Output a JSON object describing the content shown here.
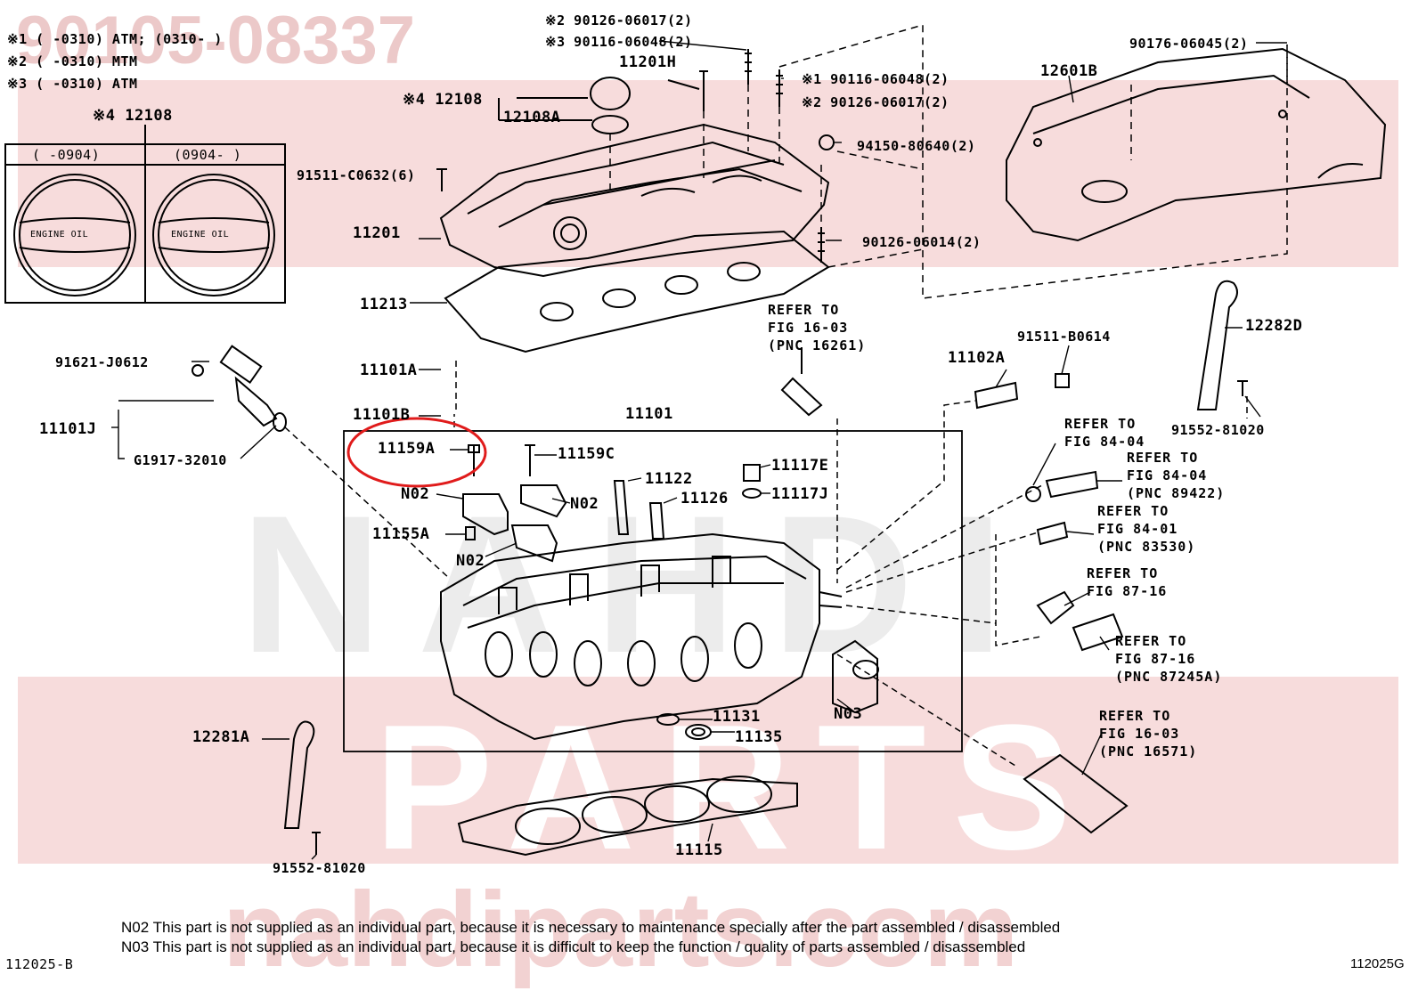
{
  "watermark": {
    "part_number": "90105-08337",
    "brand_word": "NAHDI",
    "parts_word": "PARTS",
    "site": "nahdiparts.com"
  },
  "notes": {
    "n1": "※1 (      -0310) ATM; (0310-      )",
    "n2": "※2 (      -0310) MTM",
    "n3": "※3 (      -0310) ATM"
  },
  "cap_inset": {
    "title": "※4 12108",
    "left_header": "(      -0904)",
    "right_header": "(0904-      )",
    "cap_text": "ENGINE OIL"
  },
  "parts": {
    "p_90126_06017_top": "※2  90126-06017(2)",
    "p_90116_06048_top": "※3  90116-06048(2)",
    "p_11201H": "11201H",
    "p_12108_star": "※4 12108",
    "p_12108A": "12108A",
    "p_90116_06048_r": "※1  90116-06048(2)",
    "p_90126_06017_r": "※2  90126-06017(2)",
    "p_94150": "94150-80640(2)",
    "p_91511_C0632": "91511-C0632(6)",
    "p_11201": "11201",
    "p_90126_06014": "90126-06014(2)",
    "p_11213": "11213",
    "p_90176": "90176-06045(2)",
    "p_12601B": "12601B",
    "p_11101A": "11101A",
    "p_11101B": "11101B",
    "p_11101": "11101",
    "p_91621": "91621-J0612",
    "p_11101J": "11101J",
    "p_G1917": "G1917-32010",
    "p_11159A": "11159A",
    "p_11159C": "11159C",
    "p_N02_a": "N02",
    "p_N02_b": "N02",
    "p_N02_c": "N02",
    "p_11122": "11122",
    "p_11126": "11126",
    "p_11117E": "11117E",
    "p_11117J": "11117J",
    "p_11155A": "11155A",
    "p_11102A": "11102A",
    "p_91511_B0614": "91511-B0614",
    "p_12282D": "12282D",
    "p_91552_r": "91552-81020",
    "p_12281A": "12281A",
    "p_91552_l": "91552-81020",
    "p_11131": "11131",
    "p_11135": "11135",
    "p_N03": "N03",
    "p_11115": "11115"
  },
  "refs": {
    "r1": [
      "REFER TO",
      "FIG 16-03",
      "(PNC 16261)"
    ],
    "r2": [
      "REFER TO",
      "FIG 84-04"
    ],
    "r3": [
      "REFER TO",
      "FIG 84-04",
      "(PNC 89422)"
    ],
    "r4": [
      "REFER TO",
      "FIG 84-01",
      "(PNC 83530)"
    ],
    "r5": [
      "REFER TO",
      "FIG 87-16"
    ],
    "r6": [
      "REFER TO",
      "FIG 87-16",
      "(PNC 87245A)"
    ],
    "r7": [
      "REFER TO",
      "FIG 16-03",
      "(PNC 16571)"
    ]
  },
  "footer": {
    "n02_note": "N02 This part is not supplied as an individual part, because it is necessary to maintenance specially after the part assembled / disassembled",
    "n03_note": "N03 This part is not supplied as an individual part, because it is difficult to keep the function / quality of parts  assembled / disassembled",
    "fig_left": "112025-B",
    "fig_right": "112025G"
  },
  "colors": {
    "highlight_circle": "#e01b1b",
    "watermark": "#e7c4c4"
  }
}
